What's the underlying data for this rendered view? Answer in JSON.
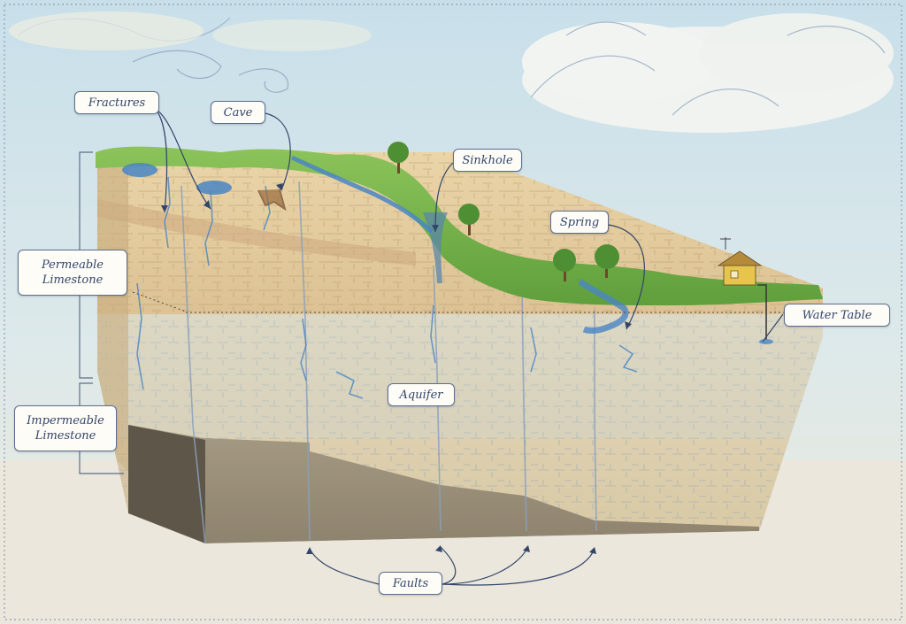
{
  "labels": {
    "fractures": "Fractures",
    "cave": "Cave",
    "sinkhole": "Sinkhole",
    "spring": "Spring",
    "permeable_line1": "Permeable",
    "permeable_line2": "Limestone",
    "water_table": "Water Table",
    "aquifer": "Aquifer",
    "impermeable_line1": "Impermeable",
    "impermeable_line2": "Limestone",
    "faults": "Faults"
  },
  "colors": {
    "sky_top": "#cfe3ec",
    "sky_bottom": "#e9efe6",
    "grass": "#79b94a",
    "grass_dark": "#4f8f33",
    "limestone": "#e6cfa2",
    "limestone_shade": "#d5b98a",
    "aquifer_rock": "#ded2b4",
    "impermeable_rock": "#8d826f",
    "impermeable_side": "#5e5649",
    "water": "#4a86c4",
    "leader": "#33456a",
    "label_border": "#5d6e8c"
  }
}
